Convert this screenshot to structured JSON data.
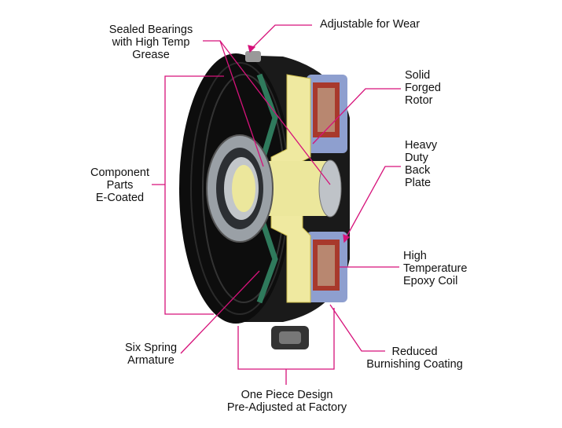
{
  "labels": {
    "adjustable": [
      "Adjustable for Wear"
    ],
    "bearings": [
      "Sealed Bearings",
      "with High Temp",
      "Grease"
    ],
    "component": [
      "Component",
      "Parts",
      "E-Coated"
    ],
    "rotor": [
      "Solid",
      "Forged",
      "Rotor"
    ],
    "backplate": [
      "Heavy",
      "Duty",
      "Back",
      "Plate"
    ],
    "coil": [
      "High",
      "Temperature",
      "Epoxy Coil"
    ],
    "spring": [
      "Six Spring",
      "Armature"
    ],
    "burnishing": [
      "Reduced",
      "Burnishing Coating"
    ],
    "onepiece": [
      "One Piece Design",
      "Pre-Adjusted at Factory"
    ]
  },
  "colors": {
    "leader": "#d6127a",
    "pulley": "#111111",
    "green": "#2f7a5c",
    "yellow": "#efe9a0",
    "coil": "#a8392c",
    "plate": "#8e9fcf"
  }
}
